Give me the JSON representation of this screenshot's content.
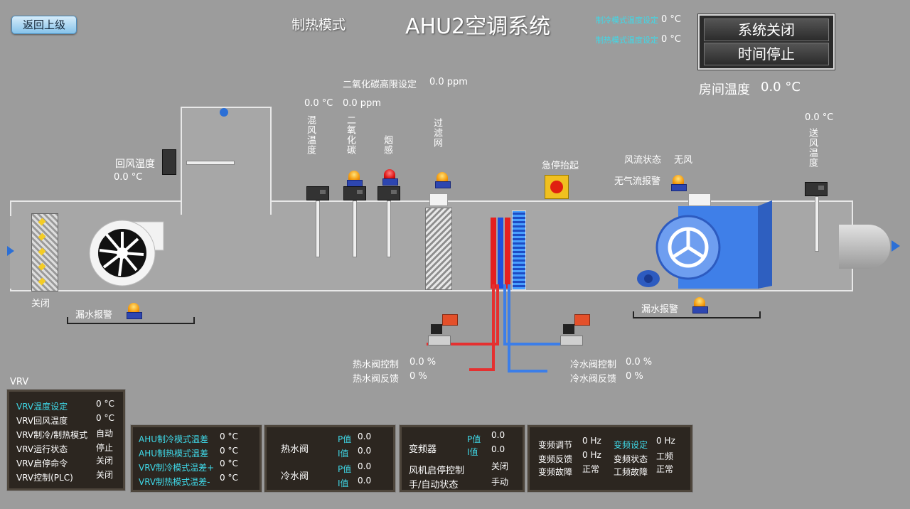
{
  "nav": {
    "back_label": "返回上级"
  },
  "header": {
    "mode": "制热模式",
    "title": "AHU2空调系统",
    "status_lines": [
      {
        "label": "制冷模式温度设定",
        "value": "0 °C"
      },
      {
        "label": "制热模式温度设定",
        "value": "0 °C"
      }
    ],
    "system_buttons": {
      "system": "系统关闭",
      "timer": "时间停止"
    },
    "room_temp_label": "房间温度",
    "room_temp_value": "0.0 °C"
  },
  "duct": {
    "co2_limit_label": "二氧化碳高限设定",
    "co2_limit_value": "0.0 ppm",
    "mix_temp_value": "0.0 °C",
    "co2_value": "0.0 ppm",
    "return_temp_label": "回风温度",
    "return_temp_value": "0.0 °C",
    "vertical_labels": {
      "mix": "混风温度",
      "co2": "二氧化碳",
      "smoke": "烟感",
      "filter": "过滤网",
      "supply": "送风温度"
    },
    "supply_temp_value": "0.0 °C",
    "estop_label": "急停抬起",
    "airflow_label": "风流状态",
    "airflow_value": "无风",
    "airflow_alarm": "无气流报警",
    "damper_label": "关闭",
    "leak_left": "漏水报警",
    "leak_right": "漏水报警"
  },
  "valves": {
    "hot_ctrl_label": "热水阀控制",
    "hot_ctrl_value": "0.0 %",
    "hot_fb_label": "热水阀反馈",
    "hot_fb_value": "0 %",
    "cold_ctrl_label": "冷水阀控制",
    "cold_ctrl_value": "0.0 %",
    "cold_fb_label": "冷水阀反馈",
    "cold_fb_value": "0 %"
  },
  "vrv": {
    "title": "VRV",
    "rows": [
      {
        "label": "VRV温度设定",
        "value": "0 °C",
        "cyan": true
      },
      {
        "label": "VRV回风温度",
        "value": "0 °C",
        "cyan": false
      },
      {
        "label": "VRV制冷/制热模式",
        "value": "自动",
        "cyan": false
      },
      {
        "label": "VRV运行状态",
        "value": "停止",
        "cyan": false
      },
      {
        "label": "VRV启停命令",
        "value": "关闭",
        "cyan": false
      },
      {
        "label": "VRV控制(PLC)",
        "value": "关闭",
        "cyan": false
      }
    ]
  },
  "ahu_panel": {
    "rows": [
      {
        "label": "AHU制冷模式温差",
        "value": "0 °C"
      },
      {
        "label": "AHU制热模式温差",
        "value": "0 °C"
      },
      {
        "label": "VRV制冷模式温差+",
        "value": "0 °C"
      },
      {
        "label": "VRV制热模式温差-",
        "value": "0 °C"
      }
    ]
  },
  "pid_panel": {
    "hot_label": "热水阀",
    "cold_label": "冷水阀",
    "p_label": "P值",
    "i_label": "I值",
    "hot_p": "0.0",
    "hot_i": "0.0",
    "cold_p": "0.0",
    "cold_i": "0.0"
  },
  "vfd_panel": {
    "vfd_label": "变频器",
    "p_label": "P值",
    "i_label": "I值",
    "p": "0.0",
    "i": "0.0",
    "fan_label": "风机启停控制",
    "fan_value": "关闭",
    "mode_label": "手/自动状态",
    "mode_value": "手动"
  },
  "freq_panel": {
    "adj_label": "变频调节",
    "adj_value": "0 Hz",
    "set_label": "变频设定",
    "set_value": "0 Hz",
    "fb_label": "变频反馈",
    "fb_value": "0 Hz",
    "state_label": "变频状态",
    "state_value": "工频",
    "fault_label": "变频故障",
    "fault_value": "正常",
    "pf_label": "工频故障",
    "pf_value": "正常"
  }
}
